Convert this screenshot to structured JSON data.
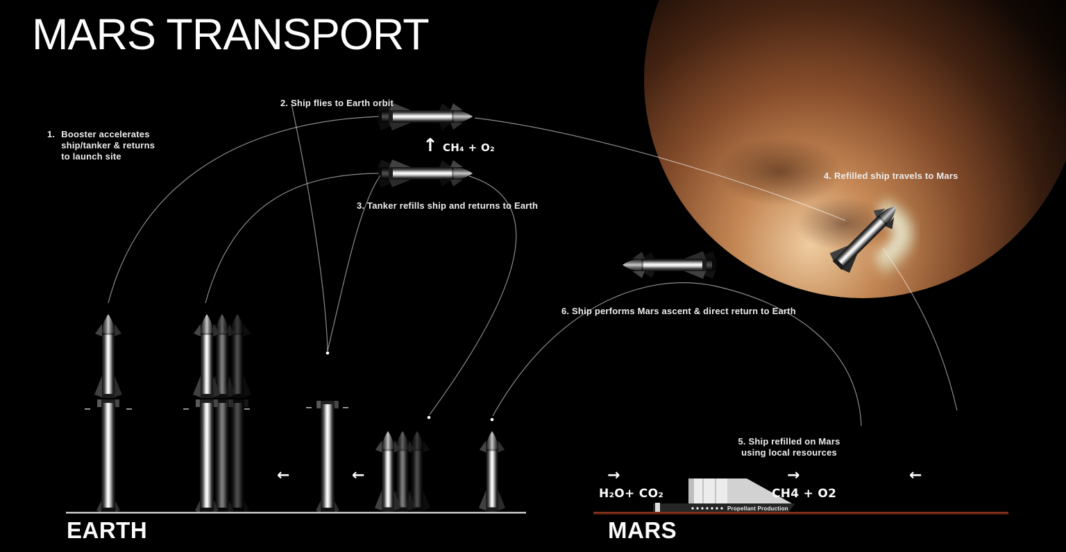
{
  "title": "MARS TRANSPORT",
  "steps": {
    "s1_num": "1.",
    "s1": "Booster accelerates\nship/tanker & returns\nto launch site",
    "s2": "2. Ship flies to Earth orbit",
    "s3": "3. Tanker refills ship and returns to Earth",
    "s4": "4. Refilled ship travels to Mars",
    "s5": "5. Ship refilled on Mars\nusing local resources",
    "s6": "6. Ship performs Mars ascent & direct return to Earth"
  },
  "chemistry": {
    "orbit_formula": "CH₄ + O₂",
    "mars_input": "H₂O+ CO₂",
    "mars_output": "CH4 + O2",
    "plant_label": "Propellant Production"
  },
  "ground": {
    "earth_label": "EARTH",
    "mars_label": "MARS"
  },
  "icons": {
    "up_arrow": "↑",
    "left_arrow": "←",
    "right_arrow": "→"
  },
  "colors": {
    "earth_ground": "#c2c2c2",
    "mars_ground": "#82301a",
    "mars_ground_dark": "#451708",
    "trajectory": "#ffffff"
  }
}
